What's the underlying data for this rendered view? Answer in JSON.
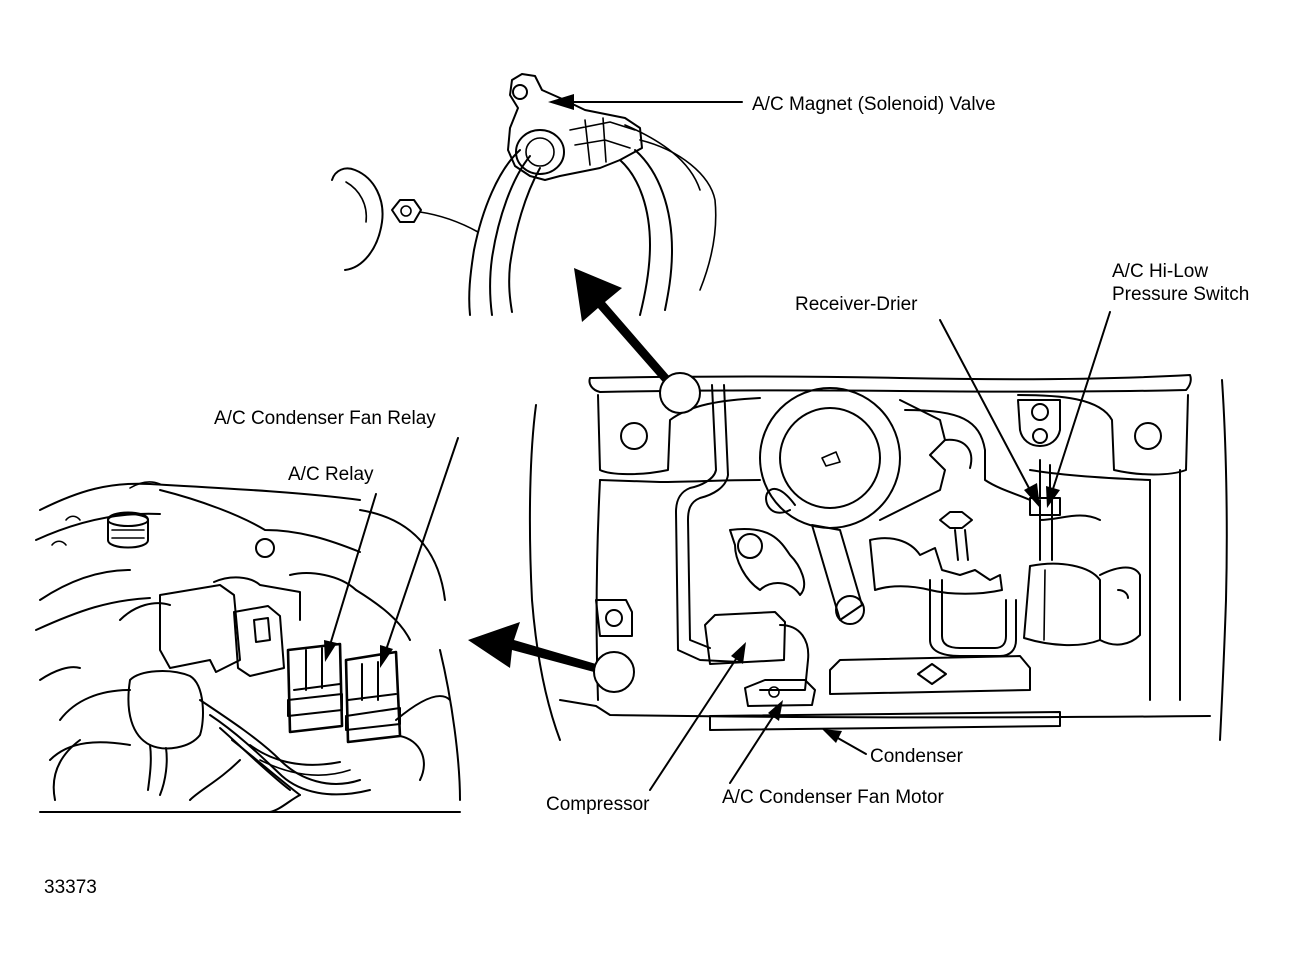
{
  "labels": {
    "solenoid_valve": "A/C Magnet (Solenoid) Valve",
    "hi_low_switch_line1": "A/C Hi-Low",
    "hi_low_switch_line2": "Pressure Switch",
    "receiver_drier": "Receiver-Drier",
    "condenser_fan_relay": "A/C Condenser Fan Relay",
    "ac_relay": "A/C Relay",
    "condenser": "Condenser",
    "compressor": "Compressor",
    "condenser_fan_motor": "A/C Condenser Fan Motor"
  },
  "figure_number": "33373"
}
